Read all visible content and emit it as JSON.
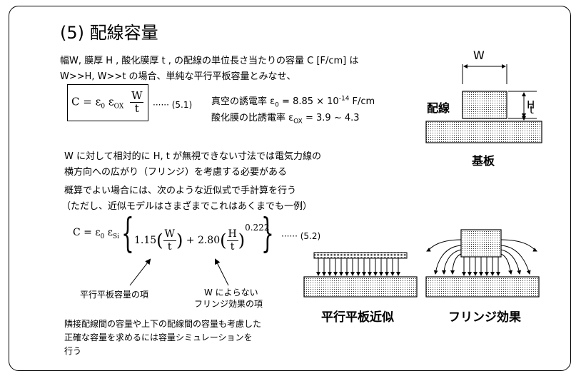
{
  "slide": {
    "title": "(5) 配線容量",
    "intro_line1": "幅W, 膜厚 H , 酸化膜厚 t , の配線の単位長さ当たりの容量 C [F/cm] は",
    "intro_line2": "W>>H, W>>t の場合、単純な平行平板容量とみなせ、",
    "eq1": {
      "lhs": "C = ε",
      "sub0": "0",
      "eps": " ε",
      "subox": "OX",
      "num": "W",
      "den": "t",
      "ref": "······ (5.1)"
    },
    "vacuum_label": "真空の誘電率 ε",
    "vacuum_sub": "0",
    "vacuum_value": " = 8.85 × 10",
    "vacuum_exp": "-14",
    "vacuum_unit": " F/cm",
    "oxide_label": "酸化膜の比誘電率 ε",
    "oxide_sub": "OX",
    "oxide_value": " = 3.9 ~ 4.3",
    "para1_line1": "W に対して相対的に H, t が無視できない寸法では電気力線の",
    "para1_line2": "横方向への広がり（フリンジ）を考慮する必要がある",
    "para2_line1": "概算でよい場合には、次のような近似式で手計算を行う",
    "para2_line2": "（ただし、近似モデルはさまざまでこれはあくまでも一例）",
    "eq2": {
      "lhs": "C = ε",
      "sub0": "0",
      "eps": " ε",
      "subsi": "Si",
      "c1": "1.15",
      "n1": "W",
      "d1": "t",
      "plus": "+ 2.80",
      "n2": "H",
      "d2": "t",
      "exp": "0.222",
      "ref": "······ (5.2)"
    },
    "annot_parallel": "平行平板容量の項",
    "annot_fringe_line1": "W によらない",
    "annot_fringe_line2": "フリンジ効果の項",
    "para3_line1": "隣接配線間の容量や上下の配線間の容量も考慮した",
    "para3_line2": "正確な容量を求めるには容量シミュレーションを",
    "para3_line3": "行う"
  },
  "diagram": {
    "w_label": "W",
    "h_label": "H",
    "t_label": "t",
    "wire_label": "配線",
    "substrate_label": "基板",
    "parallel_caption": "平行平板近似",
    "fringe_caption": "フリンジ効果"
  }
}
